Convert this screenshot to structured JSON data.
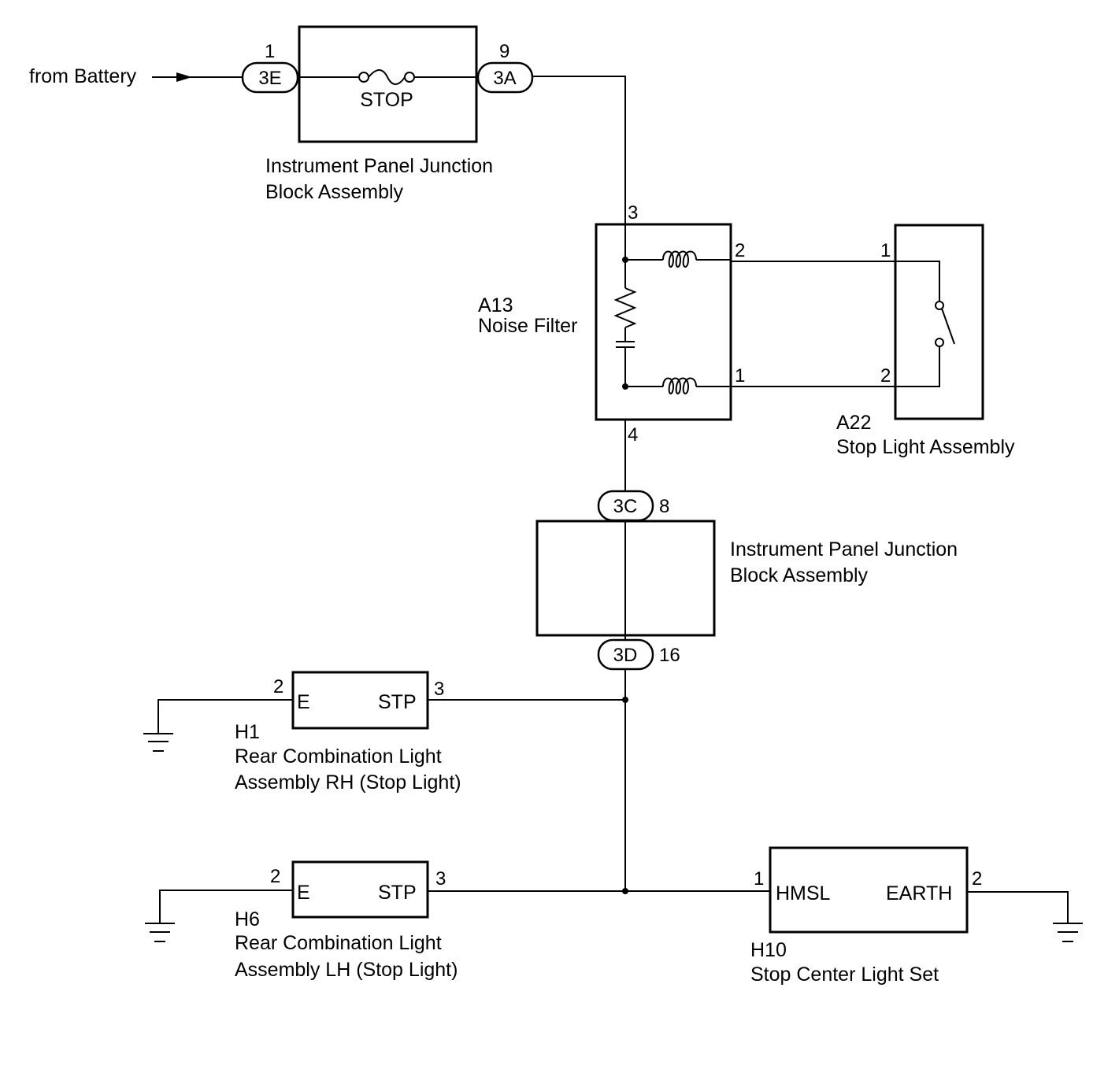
{
  "source": {
    "label": "from Battery"
  },
  "fuse_block": {
    "fuse_label": "STOP",
    "connector_in": "3E",
    "pin_in": "1",
    "connector_out": "3A",
    "pin_out": "9",
    "name_line1": "Instrument Panel Junction",
    "name_line2": "Block Assembly"
  },
  "noise_filter": {
    "code": "A13",
    "name": "Noise Filter",
    "pin_top": "3",
    "pin_bottom": "4",
    "pin_right_top": "2",
    "pin_right_bottom": "1"
  },
  "stop_light_switch": {
    "code": "A22",
    "name": "Stop Light Assembly",
    "pin_top": "1",
    "pin_bottom": "2"
  },
  "junction_block_2": {
    "connector_in": "3C",
    "pin_in": "8",
    "connector_out": "3D",
    "pin_out": "16",
    "name_line1": "Instrument Panel Junction",
    "name_line2": "Block Assembly"
  },
  "rear_light_rh": {
    "code": "H1",
    "name_line1": "Rear Combination  Light",
    "name_line2": "Assembly RH (Stop Light)",
    "terminal_left": "E",
    "terminal_right": "STP",
    "pin_left": "2",
    "pin_right": "3"
  },
  "rear_light_lh": {
    "code": "H6",
    "name_line1": "Rear Combination  Light",
    "name_line2": "Assembly LH (Stop Light)",
    "terminal_left": "E",
    "terminal_right": "STP",
    "pin_left": "2",
    "pin_right": "3"
  },
  "center_light": {
    "code": "H10",
    "name": "Stop Center Light Set",
    "terminal_left": "HMSL",
    "terminal_right": "EARTH",
    "pin_left": "1",
    "pin_right": "2"
  }
}
